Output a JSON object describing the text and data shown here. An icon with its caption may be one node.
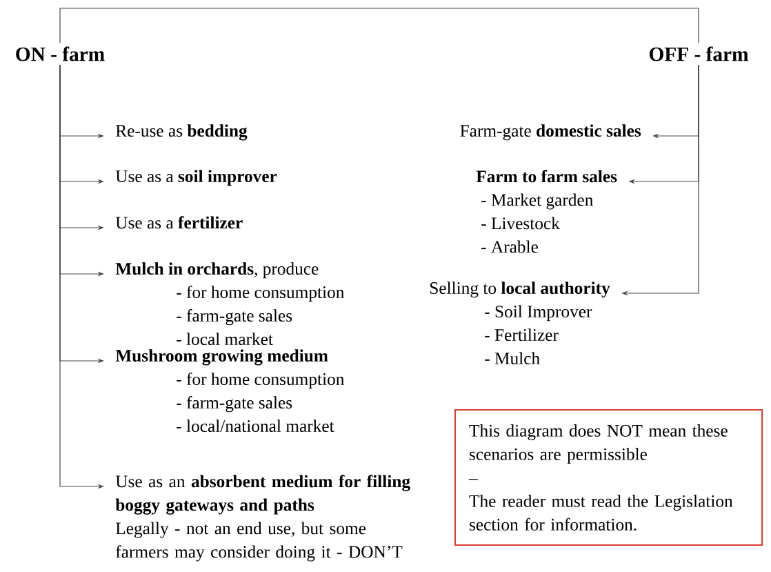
{
  "diagram": {
    "nodes": [
      {
        "text": [
          "ON - farm"
        ]
      },
      {
        "text": [
          "OFF - farm"
        ]
      },
      {
        "text": [
          "Re-use as **bedding**"
        ]
      },
      {
        "text": [
          "Use as a **soil improver**"
        ]
      },
      {
        "text": [
          "Use as a **fertilizer**"
        ]
      },
      {
        "text": [
          "**Mulch in orchards**, produce",
          "- for home consumption",
          "- farm-gate sales",
          "- local market"
        ]
      },
      {
        "text": [
          "**Mushroom growing medium**",
          "- for home consumption",
          "- farm-gate sales",
          "- local/national market"
        ]
      },
      {
        "text": [
          "Use as an **absorbent medium for filling boggy gateways and paths**",
          "Legally - not an end use, but some farmers may consider doing it - DON’T"
        ]
      },
      {
        "text": [
          "Farm-gate **domestic sales**"
        ]
      },
      {
        "text": [
          "**Farm to farm sales**",
          "- Market garden",
          "- Livestock",
          "- Arable"
        ]
      },
      {
        "text": [
          "Selling to **local authority**",
          "- Soil Improver",
          "- Fertilizer",
          "- Mulch"
        ]
      },
      {
        "text": [
          "This diagram does NOT mean these scenarios are permissible",
          "–",
          "The reader must read the Legislation section for information."
        ]
      }
    ],
    "edges": [
      {
        "from": 0,
        "to": 1,
        "arrow": "none"
      },
      {
        "from": 0,
        "to": 2,
        "arrow": "to"
      },
      {
        "from": 0,
        "to": 3,
        "arrow": "to"
      },
      {
        "from": 0,
        "to": 4,
        "arrow": "to"
      },
      {
        "from": 0,
        "to": 5,
        "arrow": "to"
      },
      {
        "from": 0,
        "to": 6,
        "arrow": "to"
      },
      {
        "from": 0,
        "to": 7,
        "arrow": "to"
      },
      {
        "from": 1,
        "to": 8,
        "arrow": "to"
      },
      {
        "from": 1,
        "to": 9,
        "arrow": "to"
      },
      {
        "from": 1,
        "to": 10,
        "arrow": "to"
      }
    ]
  }
}
